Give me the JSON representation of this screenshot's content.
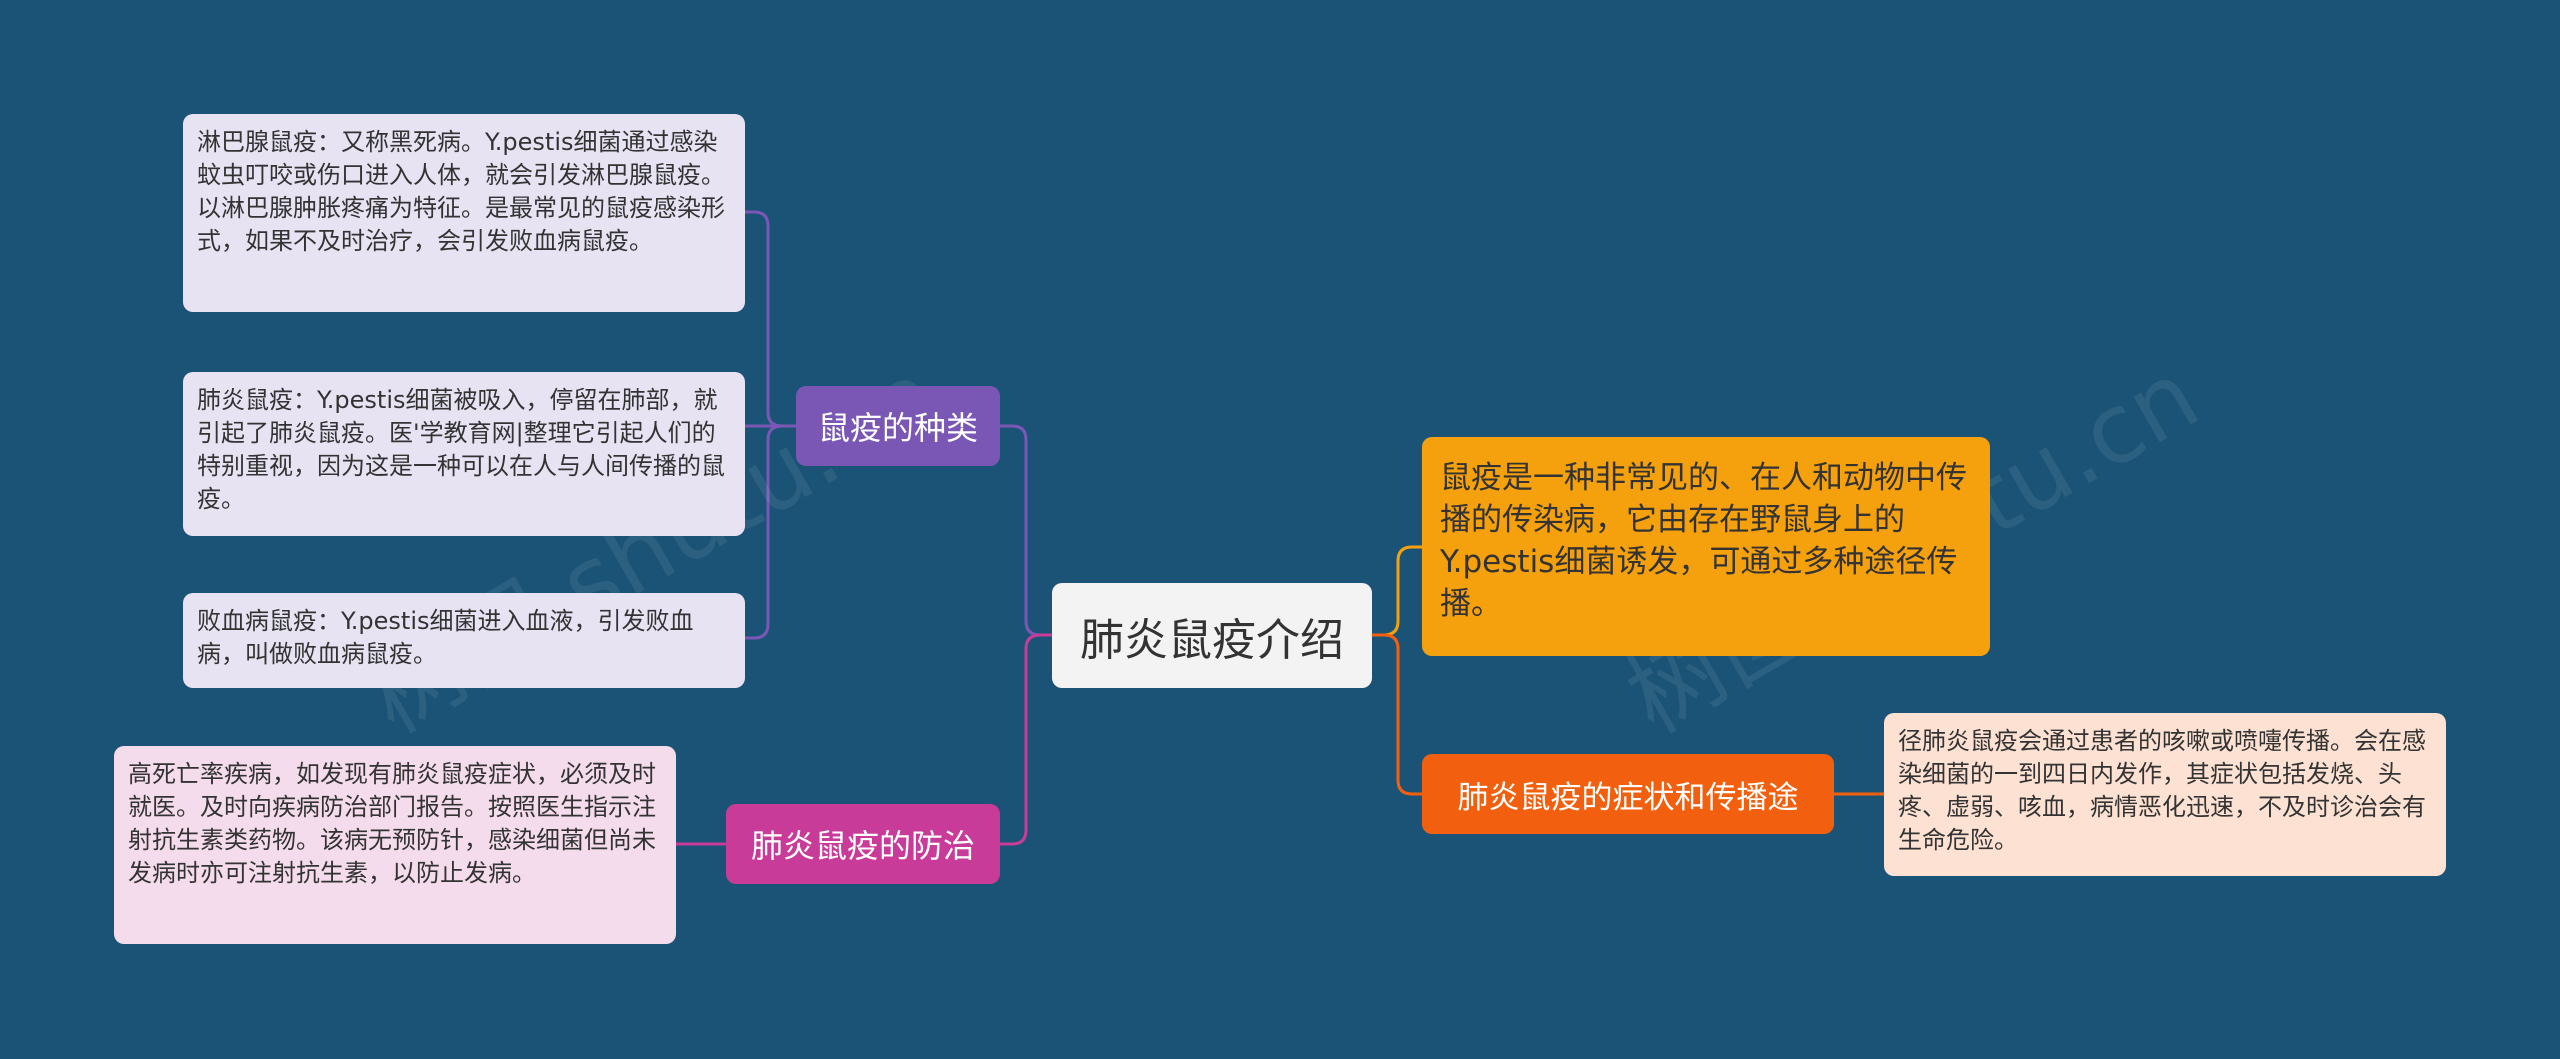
{
  "root": {
    "label": "肺炎鼠疫介绍"
  },
  "branches": {
    "types": {
      "label": "鼠疫的种类",
      "color": "#7a57b5",
      "leaves": [
        "淋巴腺鼠疫：又称黑死病。Y.pestis细菌通过感染蚊虫叮咬或伤口进入人体，就会引发淋巴腺鼠疫。以淋巴腺肿胀疼痛为特征。是最常见的鼠疫感染形式，如果不及时治疗，会引发败血病鼠疫。",
        "肺炎鼠疫：Y.pestis细菌被吸入，停留在肺部，就引起了肺炎鼠疫。医'学教育网|整理它引起人们的特别重视，因为这是一种可以在人与人间传播的鼠疫。",
        "败血病鼠疫：Y.pestis细菌进入血液，引发败血病，叫做败血病鼠疫。"
      ]
    },
    "prevention": {
      "label": "肺炎鼠疫的防治",
      "color": "#c93b98",
      "leaves": [
        "高死亡率疾病，如发现有肺炎鼠疫症状，必须及时就医。及时向疾病防治部门报告。按照医生指示注射抗生素类药物。该病无预防针，感染细菌但尚未发病时亦可注射抗生素，以防止发病。"
      ]
    },
    "intro": {
      "label": "鼠疫是一种非常见的、在人和动物中传播的传染病，它由存在野鼠身上的Y.pestis细菌诱发，可通过多种途径传播。",
      "color": "#f5a00d"
    },
    "symptoms": {
      "label": "肺炎鼠疫的症状和传播途",
      "color": "#f2600f",
      "leaves": [
        "径肺炎鼠疫会通过患者的咳嗽或喷嚏传播。会在感染细菌的一到四日内发作，其症状包括发烧、头疼、虚弱、咳血，病情恶化迅速，不及时诊治会有生命危险。"
      ]
    }
  },
  "watermark": [
    "树图 shutu.cn",
    "树图 shutu.cn"
  ]
}
